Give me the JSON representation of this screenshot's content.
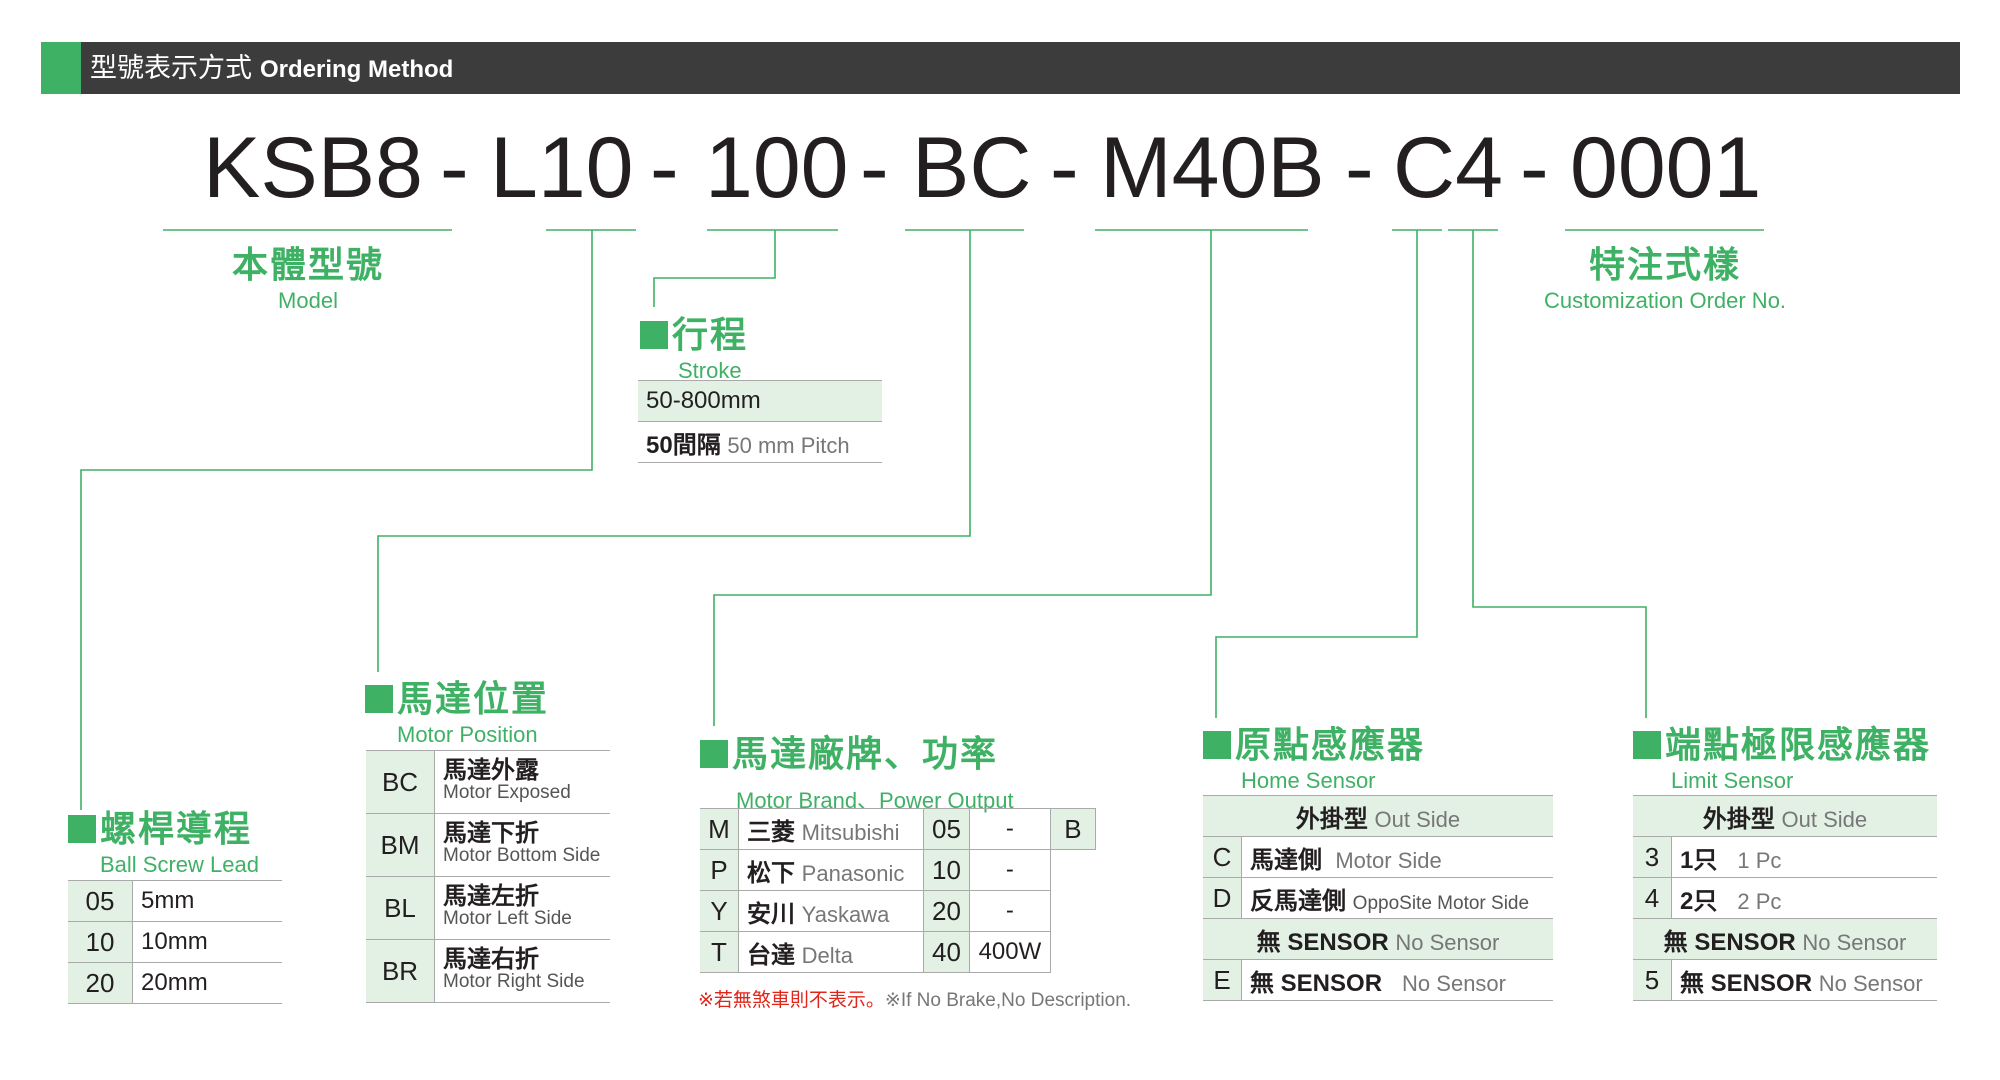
{
  "header": {
    "title_cn": "型號表示方式",
    "title_en": "Ordering Method"
  },
  "model_code": {
    "seg1": "KSB8",
    "seg2": "L10",
    "seg3": "100",
    "seg4": "BC",
    "seg5": "M40B",
    "seg6": "C4",
    "seg7": "0001",
    "sep": "-"
  },
  "model": {
    "cn": "本體型號",
    "en": "Model"
  },
  "custom": {
    "cn": "特注式樣",
    "en": "Customization Order No."
  },
  "stroke": {
    "cn": "行程",
    "en": "Stroke",
    "range": "50-800mm",
    "pitch_cn": "50間隔",
    "pitch_en": "50 mm Pitch"
  },
  "lead": {
    "cn": "螺桿導程",
    "en": "Ball Screw Lead",
    "rows": [
      {
        "code": "05",
        "value": "5mm"
      },
      {
        "code": "10",
        "value": "10mm"
      },
      {
        "code": "20",
        "value": "20mm"
      }
    ]
  },
  "motor_position": {
    "cn": "馬達位置",
    "en": "Motor Position",
    "rows": [
      {
        "code": "BC",
        "cn": "馬達外露",
        "en": "Motor Exposed"
      },
      {
        "code": "BM",
        "cn": "馬達下折",
        "en": "Motor Bottom Side"
      },
      {
        "code": "BL",
        "cn": "馬達左折",
        "en": "Motor Left Side"
      },
      {
        "code": "BR",
        "cn": "馬達右折",
        "en": "Motor Right Side"
      }
    ]
  },
  "motor_brand": {
    "cn": "馬達廠牌、功率",
    "en": "Motor Brand、Power Output",
    "rows": [
      {
        "code": "M",
        "cn": "三菱",
        "en": "Mitsubishi",
        "pcode": "05",
        "power": "-",
        "brake": "B"
      },
      {
        "code": "P",
        "cn": "松下",
        "en": "Panasonic",
        "pcode": "10",
        "power": "-",
        "brake": ""
      },
      {
        "code": "Y",
        "cn": "安川",
        "en": "Yaskawa",
        "pcode": "20",
        "power": "-",
        "brake": ""
      },
      {
        "code": "T",
        "cn": "台達",
        "en": "Delta",
        "pcode": "40",
        "power": "400W",
        "brake": ""
      }
    ],
    "note_cn": "※若無煞車則不表示。",
    "note_en": "※If No Brake,No Description."
  },
  "home_sensor": {
    "cn": "原點感應器",
    "en": "Home Sensor",
    "header_cn": "外掛型",
    "header_en": "Out Side",
    "rows": [
      {
        "code": "C",
        "cn": "馬達側",
        "en": "Motor Side"
      },
      {
        "code": "D",
        "cn": "反馬達側",
        "en": "OppoSite Motor Side"
      }
    ],
    "none_row": {
      "cn": "無 SENSOR",
      "en": "No Sensor"
    },
    "last_row": {
      "code": "E",
      "cn": "無 SENSOR",
      "en": "No Sensor"
    }
  },
  "limit_sensor": {
    "cn": "端點極限感應器",
    "en": "Limit Sensor",
    "header_cn": "外掛型",
    "header_en": "Out Side",
    "rows": [
      {
        "code": "3",
        "cn": "1只",
        "en": "1 Pc"
      },
      {
        "code": "4",
        "cn": "2只",
        "en": "2 Pc"
      }
    ],
    "none_row": {
      "cn": "無 SENSOR",
      "en": "No Sensor"
    },
    "last_row": {
      "code": "5",
      "cn": "無 SENSOR",
      "en": "No Sensor"
    }
  },
  "colors": {
    "accent": "#3fb165",
    "header": "#3c3c3c",
    "cell_shade": "#e2f1e4",
    "line": "#3fb165"
  }
}
